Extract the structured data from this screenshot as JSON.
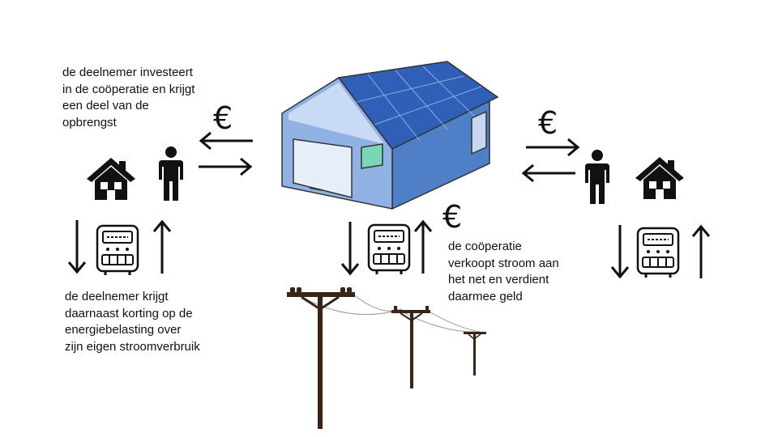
{
  "texts": {
    "invest": [
      "de deelnemer investeert",
      "in de coöperatie en krijgt",
      "een deel van de",
      "opbrengst"
    ],
    "discount": [
      "de deelnemer krijgt",
      "daarnaast korting op de",
      "energiebelasting over",
      "zijn eigen stroomverbruik"
    ],
    "sells": [
      "de coöperatie",
      "verkoopt stroom aan",
      "het net en verdient",
      "daarmee geld"
    ]
  },
  "symbols": {
    "euro": "€"
  },
  "icons": [
    "house-icon",
    "person-icon",
    "meter-icon",
    "arrow-left-icon",
    "arrow-right-icon",
    "arrow-up-icon",
    "arrow-down-icon",
    "barn-solar-icon",
    "power-pole-icon"
  ],
  "colors": {
    "barn_wall": "#6f97d6",
    "barn_front": "#4f7fc7",
    "roof_panel": "#2f5fb6",
    "door": "#d9e5f7",
    "window": "#7ad6b4",
    "pole": "#3a2418",
    "ink": "#111111"
  }
}
